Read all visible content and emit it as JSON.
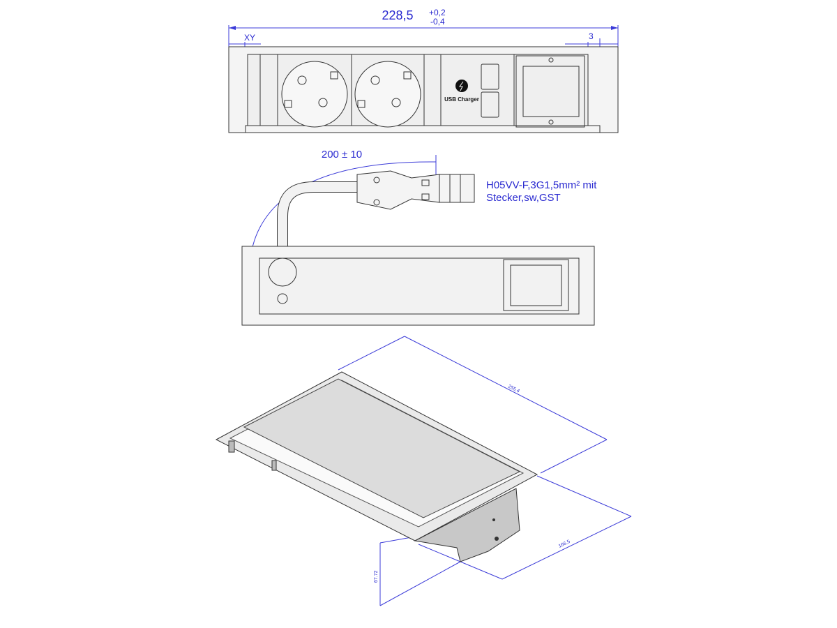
{
  "top_view": {
    "overall_dimension": "228,5",
    "tolerance_upper": "+0,2",
    "tolerance_lower": "-0,4",
    "left_offset_label": "XY",
    "right_offset_label": "3",
    "usb_module_label": "USB Charger"
  },
  "cable_view": {
    "cable_length_dimension": "200 ± 10",
    "cable_spec_line1": "H05VV-F,3G1,5mm² mit",
    "cable_spec_line2": "Stecker,sw,GST"
  },
  "iso_view": {
    "length_dimension": "255.4",
    "width_dimension": "166.5",
    "height_dimension": "67.72"
  },
  "colors": {
    "dimension": "#2a2ad0",
    "outline": "#333333"
  }
}
